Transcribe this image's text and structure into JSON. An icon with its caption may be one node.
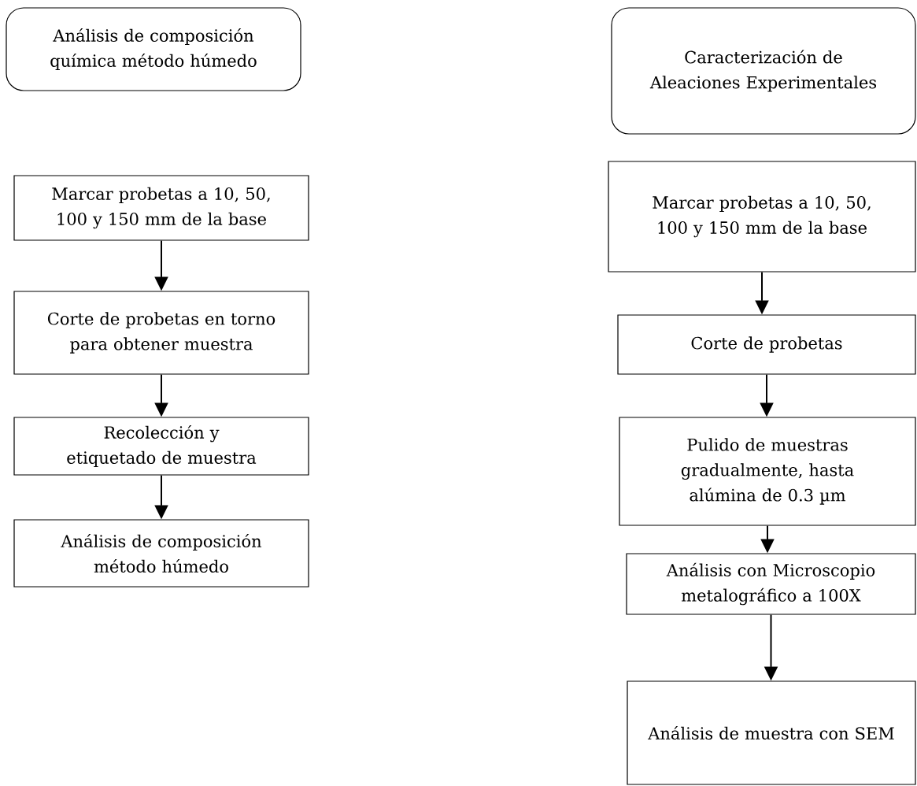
{
  "diagram": {
    "nodes": [
      {
        "text": [
          "Análisis de composición química método húmedo"
        ]
      },
      {
        "text": [
          "Marcar probetas a 10, 50, 100 y 150 mm de la base"
        ]
      },
      {
        "text": [
          "Corte de probetas en torno para obtener muestra"
        ]
      },
      {
        "text": [
          "Recolección y etiquetado de muestra"
        ]
      },
      {
        "text": [
          "Análisis de composición método húmedo"
        ]
      },
      {
        "text": [
          "Caracterización de Aleaciones Experimentales"
        ]
      },
      {
        "text": [
          "Marcar probetas a 10, 50, 100 y 150 mm de la base"
        ]
      },
      {
        "text": [
          "Corte de probetas"
        ]
      },
      {
        "text": [
          "Pulido de muestras gradualmente, hasta alúmina de 0.3 µm"
        ]
      },
      {
        "text": [
          "Análisis con Microscopio metalográfico a 100X"
        ]
      },
      {
        "text": [
          "Análisis de muestra con SEM"
        ]
      }
    ],
    "edges": [
      {
        "from": 1,
        "to": 2,
        "arrow": "to"
      },
      {
        "from": 2,
        "to": 3,
        "arrow": "to"
      },
      {
        "from": 3,
        "to": 4,
        "arrow": "to"
      },
      {
        "from": 6,
        "to": 7,
        "arrow": "to"
      },
      {
        "from": 7,
        "to": 8,
        "arrow": "to"
      },
      {
        "from": 8,
        "to": 9,
        "arrow": "to"
      },
      {
        "from": 9,
        "to": 10,
        "arrow": "to"
      }
    ]
  }
}
